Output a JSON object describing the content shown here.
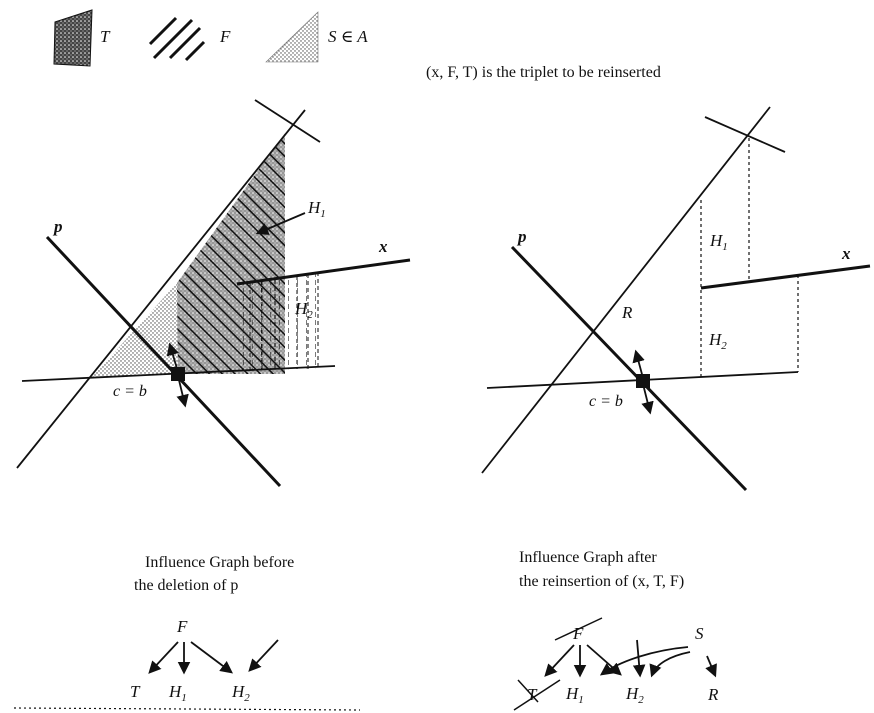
{
  "legend": {
    "t_label": "T",
    "f_label": "F",
    "s_label": "S ∈ A"
  },
  "caption_top": "(x, F, T) is the triplet to be reinserted",
  "left_figure": {
    "line_p_label": "p",
    "line_x_label": "x",
    "h1_label": "H",
    "h1_sub": "1",
    "h2_label": "H",
    "h2_sub": "2",
    "point_label": "c = b"
  },
  "right_figure": {
    "line_p_label": "p",
    "line_x_label": "x",
    "h1_label": "H",
    "h1_sub": "1",
    "h2_label": "H",
    "h2_sub": "2",
    "r_label": "R",
    "point_label": "c = b"
  },
  "graph_before": {
    "caption_line1": "Influence Graph before",
    "caption_line2": "the deletion of p",
    "nodes": {
      "f": "F",
      "t": "T",
      "h1": "H",
      "h1_sub": "1",
      "h2": "H",
      "h2_sub": "2"
    }
  },
  "graph_after": {
    "caption_line1": "Influence Graph after",
    "caption_line2": "the reinsertion of (x, T, F)",
    "nodes": {
      "f": "F",
      "s": "S",
      "t": "T",
      "h1": "H",
      "h1_sub": "1",
      "h2": "H",
      "h2_sub": "2",
      "r": "R"
    }
  }
}
